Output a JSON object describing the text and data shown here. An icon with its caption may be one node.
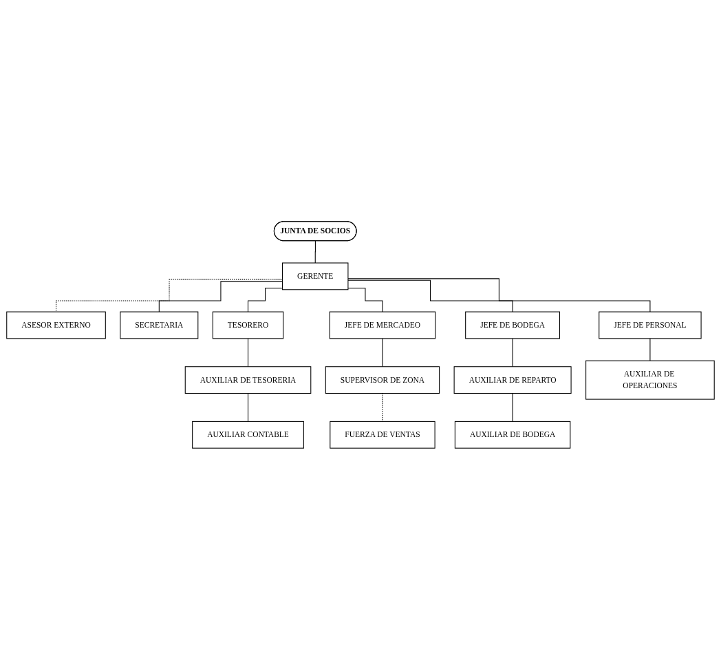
{
  "diagram": {
    "nodes": [
      {
        "text": [
          "JUNTA DE SOCIOS"
        ]
      },
      {
        "text": [
          "GERENTE"
        ]
      },
      {
        "text": [
          "ASESOR EXTERNO"
        ]
      },
      {
        "text": [
          "SECRETARIA"
        ]
      },
      {
        "text": [
          "TESORERO"
        ]
      },
      {
        "text": [
          "JEFE DE MERCADEO"
        ]
      },
      {
        "text": [
          "JEFE DE BODEGA"
        ]
      },
      {
        "text": [
          "JEFE DE PERSONAL"
        ]
      },
      {
        "text": [
          "AUXILIAR DE TESORERIA"
        ]
      },
      {
        "text": [
          "SUPERVISOR DE ZONA"
        ]
      },
      {
        "text": [
          "AUXILIAR DE REPARTO"
        ]
      },
      {
        "text": [
          "AUXILIAR DE OPERACIONES"
        ]
      },
      {
        "text": [
          "AUXILIAR CONTABLE"
        ]
      },
      {
        "text": [
          "FUERZA DE VENTAS"
        ]
      },
      {
        "text": [
          "AUXILIAR DE BODEGA"
        ]
      }
    ],
    "edges": [
      {
        "from": 0,
        "to": 1,
        "arrow": "none"
      },
      {
        "from": 1,
        "to": 2,
        "arrow": "none",
        "style": "dashed"
      },
      {
        "from": 1,
        "to": 3,
        "arrow": "none"
      },
      {
        "from": 1,
        "to": 4,
        "arrow": "none"
      },
      {
        "from": 1,
        "to": 5,
        "arrow": "none"
      },
      {
        "from": 1,
        "to": 6,
        "arrow": "none"
      },
      {
        "from": 1,
        "to": 7,
        "arrow": "none"
      },
      {
        "from": 4,
        "to": 8,
        "arrow": "none"
      },
      {
        "from": 5,
        "to": 9,
        "arrow": "none"
      },
      {
        "from": 6,
        "to": 10,
        "arrow": "none"
      },
      {
        "from": 7,
        "to": 11,
        "arrow": "none"
      },
      {
        "from": 8,
        "to": 12,
        "arrow": "none"
      },
      {
        "from": 9,
        "to": 13,
        "arrow": "none",
        "style": "dashed"
      },
      {
        "from": 10,
        "to": 14,
        "arrow": "none"
      }
    ]
  }
}
